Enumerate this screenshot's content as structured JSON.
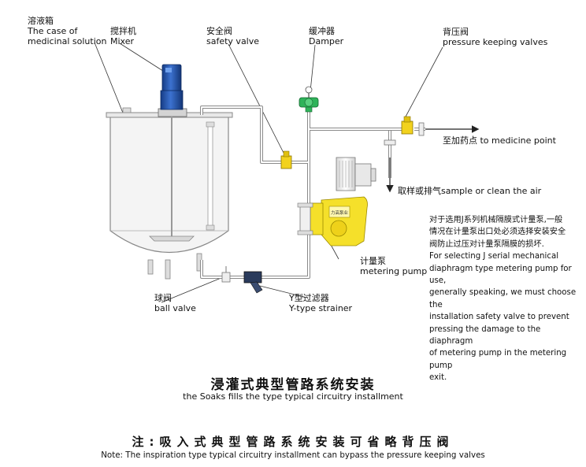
{
  "labels": {
    "tank_cn": "溶液箱",
    "tank_en1": "The case of",
    "tank_en2": "medicinal solution",
    "mixer_cn": "搅拌机",
    "mixer_en": "Mixer",
    "safety_cn": "安全阀",
    "safety_en": "safety valve",
    "damper_cn": "缓冲器",
    "damper_en": "Damper",
    "pkv_cn": "背压阀",
    "pkv_en": "pressure keeping valves",
    "medicine_point": "至加药点 to medicine point",
    "sample": "取样或排气sample or clean the air",
    "pump_cn": "计量泵",
    "pump_en": "metering pump",
    "ball_cn": "球阀",
    "ball_en": "ball valve",
    "strainer_cn": "Y型过滤器",
    "strainer_en": "Y-type strainer",
    "pump_badge": "力高泵业"
  },
  "note": {
    "cn1": "对于选用J系列机械隔膜式计量泵,一般",
    "cn2": "情况在计量泵出口处必须选择安装安全",
    "cn3": "阀防止过压对计量泵隔膜的损坏.",
    "en1": "For selecting J serial mechanical",
    "en2": "diaphragm type metering pump for use,",
    "en3": "generally speaking, we must choose the",
    "en4": "installation safety valve to prevent",
    "en5": "pressing the damage to the diaphragm",
    "en6": "of metering pump in the metering pump",
    "en7": "exit."
  },
  "titles": {
    "main_cn": "浸灌式典型管路系统安装",
    "main_en": "the Soaks fills the type typical circuitry installment",
    "note_cn": "注:吸入式典型管路系统安装可省略背压阀",
    "note_en": "Note: The inspiration type typical circuitry installment can bypass the pressure keeping valves"
  },
  "colors": {
    "motor_blue": "#1f4fa8",
    "valve_yellow": "#f2d21e",
    "pump_yellow": "#f5e02a",
    "damper_green": "#2fb35a",
    "pipe": "#7a7a7a"
  }
}
